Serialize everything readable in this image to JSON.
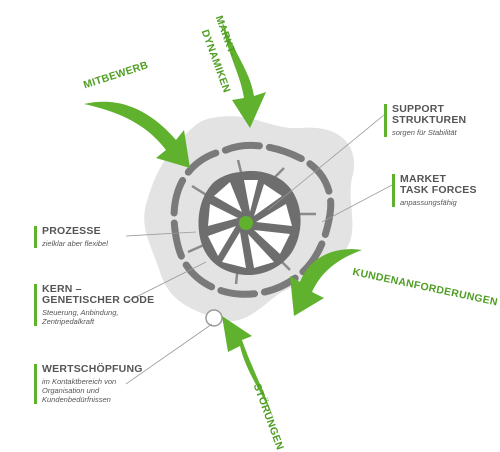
{
  "colors": {
    "accent": "#5fb12e",
    "text": "#555555",
    "dark_grey": "#6e6e6e",
    "light_grey": "#e3e3e3",
    "mid_grey": "#9a9a9a"
  },
  "forces": {
    "mitbewerb": "MITBEWERB",
    "marktdynamiken_line1": "MARKT-",
    "marktdynamiken_line2": "DYNAMIKEN",
    "kundenanforderungen": "KUNDENANFORDERUNGEN",
    "stoerungen": "STÖRUNGEN"
  },
  "labels": {
    "support": {
      "title_line1": "SUPPORT",
      "title_line2": "STRUKTUREN",
      "sub": "sorgen für Stabilität"
    },
    "market": {
      "title_line1": "MARKET",
      "title_line2": "TASK FORCES",
      "sub": "anpassungsfähig"
    },
    "prozesse": {
      "title": "PROZESSE",
      "sub": "zielklar aber flexibel"
    },
    "kern": {
      "title_line1": "KERN –",
      "title_line2": "GENETISCHER CODE",
      "sub_line1": "Steuerung, Anbindung,",
      "sub_line2": "Zentripedalkraft"
    },
    "wertschoepfung": {
      "title": "WERTSCHÖPFUNG",
      "sub_line1": "im Kontaktbereich von",
      "sub_line2": "Organisation und",
      "sub_line3": "Kundenbedürfnissen"
    }
  }
}
